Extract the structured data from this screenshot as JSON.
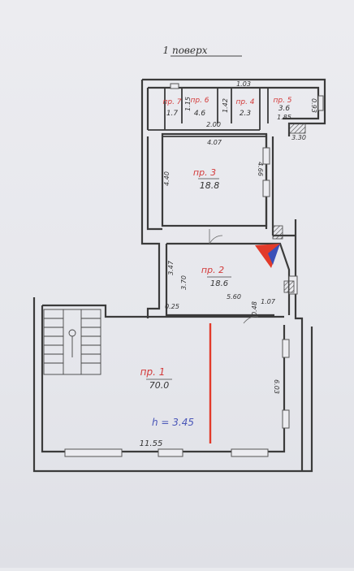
{
  "title": "1 поверх",
  "accent_colors": {
    "room_label": "#d33a3a",
    "height_note": "#4a56b8",
    "wall_marker": "#e23a2a",
    "walls": "#3b3b3b"
  },
  "rooms": [
    {
      "label": "пр. 1",
      "area": "70.0"
    },
    {
      "label": "пр. 2",
      "area": "18.6"
    },
    {
      "label": "пр. 3",
      "area": "18.8"
    },
    {
      "label": "пр. 4",
      "area": "2.3"
    },
    {
      "label": "пр. 5",
      "area": "3.6"
    },
    {
      "label": "пр. 6",
      "area": "4.6"
    },
    {
      "label": "пр. 7",
      "area": "1.7"
    }
  ],
  "height_note": "h = 3.45",
  "dimensions": {
    "d_1_03": "1.03",
    "d_2_00": "2.00",
    "d_4_07": "4.07",
    "d_4_40": "4.40",
    "d_4_66": "4.66",
    "d_3_47": "3.47",
    "d_3_70": "3.70",
    "d_5_60": "5.60",
    "d_0_25": "0.25",
    "d_0_48": "0.48",
    "d_1_07": "1.07",
    "d_6_03": "6.03",
    "d_11_55": "11.55",
    "d_1_85": "1.85",
    "d_3_30": "3.30",
    "d_1_42": "1.42",
    "d_0_93": "0.93",
    "d_1_15": "1.15"
  }
}
